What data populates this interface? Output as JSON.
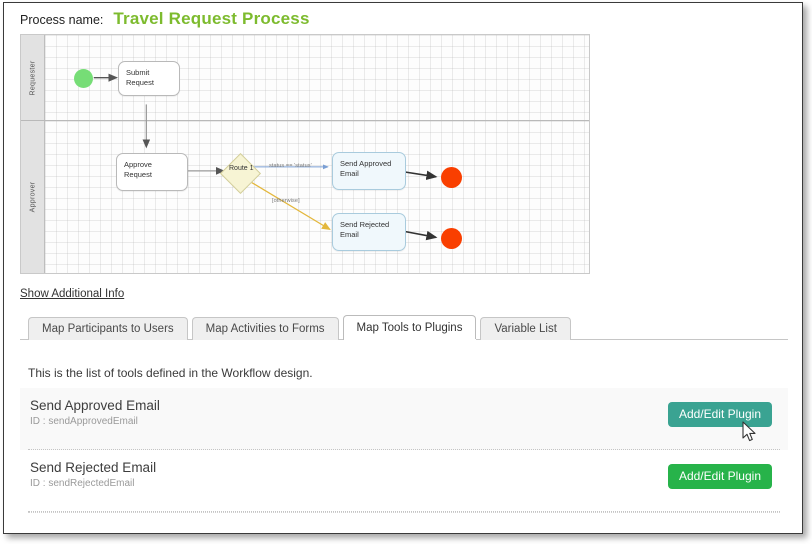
{
  "header": {
    "label": "Process name:",
    "process_name": "Travel Request Process",
    "accent_color": "#7dbb2e"
  },
  "diagram": {
    "lanes": [
      {
        "title": "Requester"
      },
      {
        "title": "Approver"
      }
    ],
    "nodes": [
      {
        "id": "start",
        "type": "start-event",
        "label": "",
        "color": "#76dd76"
      },
      {
        "id": "submitRequest",
        "type": "activity",
        "label": "Submit Request"
      },
      {
        "id": "approveRequest",
        "type": "activity",
        "label": "Approve Request"
      },
      {
        "id": "route1",
        "type": "route",
        "label": "Route 1",
        "color": "#f7f4d4"
      },
      {
        "id": "sendApprovedEmail",
        "type": "tool",
        "label": "Send Approved Email"
      },
      {
        "id": "sendRejectedEmail",
        "type": "tool",
        "label": "Send Rejected Email"
      },
      {
        "id": "end1",
        "type": "end-event",
        "label": "",
        "color": "#f93f00"
      },
      {
        "id": "end2",
        "type": "end-event",
        "label": "",
        "color": "#f93f00"
      }
    ],
    "edge_labels": {
      "approved": "status == 'status'",
      "otherwise": "[otherwise]"
    }
  },
  "show_additional_info": "Show Additional Info",
  "tabs": [
    {
      "label": "Map Participants to Users",
      "active": false
    },
    {
      "label": "Map Activities to Forms",
      "active": false
    },
    {
      "label": "Map Tools to Plugins",
      "active": true
    },
    {
      "label": "Variable List",
      "active": false
    }
  ],
  "panel": {
    "intro": "This is the list of tools defined in the Workflow design.",
    "id_prefix": "ID : ",
    "tools": [
      {
        "name": "Send Approved Email",
        "id_label": "ID : sendApprovedEmail",
        "button_label": "Add/Edit Plugin",
        "button_hovered": true
      },
      {
        "name": "Send Rejected Email",
        "id_label": "ID : sendRejectedEmail",
        "button_label": "Add/Edit Plugin",
        "button_hovered": false
      }
    ],
    "button_color": "#27b34a",
    "button_hover_color": "#3aa392"
  }
}
